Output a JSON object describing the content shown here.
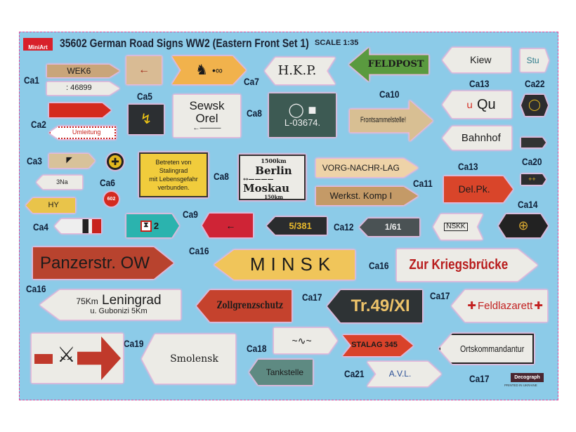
{
  "header": {
    "logo": "MiniArt",
    "title": "35602 German Road Signs WW2 (Eastern Front Set 1)",
    "scale": "SCALE 1:35"
  },
  "labels": [
    "Ca1",
    "Ca2",
    "Ca3",
    "Ca4",
    "Ca5",
    "Ca6",
    "Ca7",
    "Ca8",
    "Ca8",
    "Ca9",
    "Ca10",
    "Ca11",
    "Ca12",
    "Ca13",
    "Ca13",
    "Ca14",
    "Ca16",
    "Ca16",
    "Ca16",
    "Ca17",
    "Ca17",
    "Ca17",
    "Ca18",
    "Ca19",
    "Ca20",
    "Ca21",
    "Ca22"
  ],
  "signs": {
    "wek6": "WEK6",
    "num": ": 46899",
    "umleitung": "Umleitung",
    "na": "3Na",
    "hy": "HY",
    "sewsk": "Sewsk",
    "orel": "Orel",
    "n602": "602",
    "stalingrad": [
      "Betreten von",
      "Stalingrad",
      "mit Lebensgefahr",
      "verbunden."
    ],
    "berlin_km": "1500km",
    "berlin": "Berlin",
    "moskau": "Moskau",
    "moskau_km": "150km",
    "hkp": "H.K.P.",
    "l03674": "L-03674.",
    "feldpost": "FELDPOST",
    "front": "Frontsammelstelle!",
    "vorg": "VORG-NACHR-LAG",
    "werkst": "Werkst. Komp I",
    "teal2": "2",
    "n5381": "5/381",
    "n161": "1/61",
    "kiew": "Kiew",
    "stu": "Stu",
    "qu": "Qu",
    "bahnhof": "Bahnhof",
    "delpk": "Del.Pk.",
    "nskk": "NSKK",
    "panzer": "Panzerstr. OW",
    "minsk": "MINSK",
    "kriegs": "Zur Kriegsbrücke",
    "lenin_km": "75Km",
    "leningrad": "Leningrad",
    "gubonizi": "u. Gubonizi 5Km",
    "zoll": "Zollgrenzschutz",
    "tr49": "Tr.49/XI",
    "feldlaz": "Feldlazarett",
    "smolensk": "Smolensk",
    "tank": "Tankstelle",
    "stalag": "STALAG 345",
    "orts": "Ortskommandantur",
    "avl": "A.V.L."
  },
  "footer": {
    "brand": "Decograph",
    "printed": "PRINTED IN UKRAINE"
  }
}
